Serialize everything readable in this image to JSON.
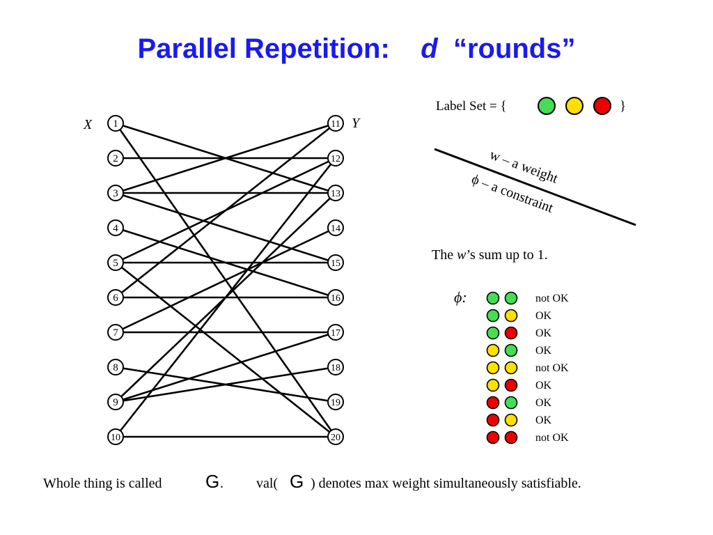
{
  "title": {
    "prefix": "Parallel Repetition:",
    "variable": "d",
    "suffix": "“rounds”"
  },
  "graph": {
    "left_set_label": "X",
    "right_set_label": "Y",
    "left_nodes": [
      "1",
      "2",
      "3",
      "4",
      "5",
      "6",
      "7",
      "8",
      "9",
      "10"
    ],
    "right_nodes": [
      "11",
      "12",
      "13",
      "14",
      "15",
      "16",
      "17",
      "18",
      "19",
      "20"
    ],
    "edges": [
      [
        "1",
        "13"
      ],
      [
        "1",
        "20"
      ],
      [
        "2",
        "12"
      ],
      [
        "3",
        "11"
      ],
      [
        "3",
        "13"
      ],
      [
        "3",
        "15"
      ],
      [
        "4",
        "16"
      ],
      [
        "5",
        "12"
      ],
      [
        "5",
        "15"
      ],
      [
        "5",
        "20"
      ],
      [
        "6",
        "11"
      ],
      [
        "6",
        "16"
      ],
      [
        "7",
        "14"
      ],
      [
        "7",
        "17"
      ],
      [
        "8",
        "19"
      ],
      [
        "9",
        "13"
      ],
      [
        "9",
        "17"
      ],
      [
        "9",
        "18"
      ],
      [
        "10",
        "12"
      ],
      [
        "10",
        "20"
      ]
    ]
  },
  "label_set": {
    "prefix": "Label Set = {",
    "suffix": "}",
    "colors": [
      "#44dd55",
      "#ffe000",
      "#ee0000"
    ]
  },
  "legend": {
    "weight_text": "w – a weight",
    "constraint_text": "ϕ – a constraint"
  },
  "sum_note": {
    "prefix": "The",
    "var": "w",
    "suffix": "’s sum up to 1."
  },
  "phi_table": {
    "label": "ϕ:",
    "rows": [
      {
        "left": "green",
        "right": "green",
        "result": "not OK"
      },
      {
        "left": "green",
        "right": "yellow",
        "result": "OK"
      },
      {
        "left": "green",
        "right": "red",
        "result": "OK"
      },
      {
        "left": "yellow",
        "right": "green",
        "result": "OK"
      },
      {
        "left": "yellow",
        "right": "yellow",
        "result": "not OK"
      },
      {
        "left": "yellow",
        "right": "red",
        "result": "OK"
      },
      {
        "left": "red",
        "right": "green",
        "result": "OK"
      },
      {
        "left": "red",
        "right": "yellow",
        "result": "OK"
      },
      {
        "left": "red",
        "right": "red",
        "result": "not OK"
      }
    ],
    "color_map": {
      "green": "#44dd55",
      "yellow": "#ffe000",
      "red": "#ee0000"
    }
  },
  "footer": {
    "part1": "Whole thing is called",
    "symbol": "G",
    "part2": ".",
    "part3": "val(",
    "part4": ") denotes max weight simultaneously satisfiable."
  }
}
